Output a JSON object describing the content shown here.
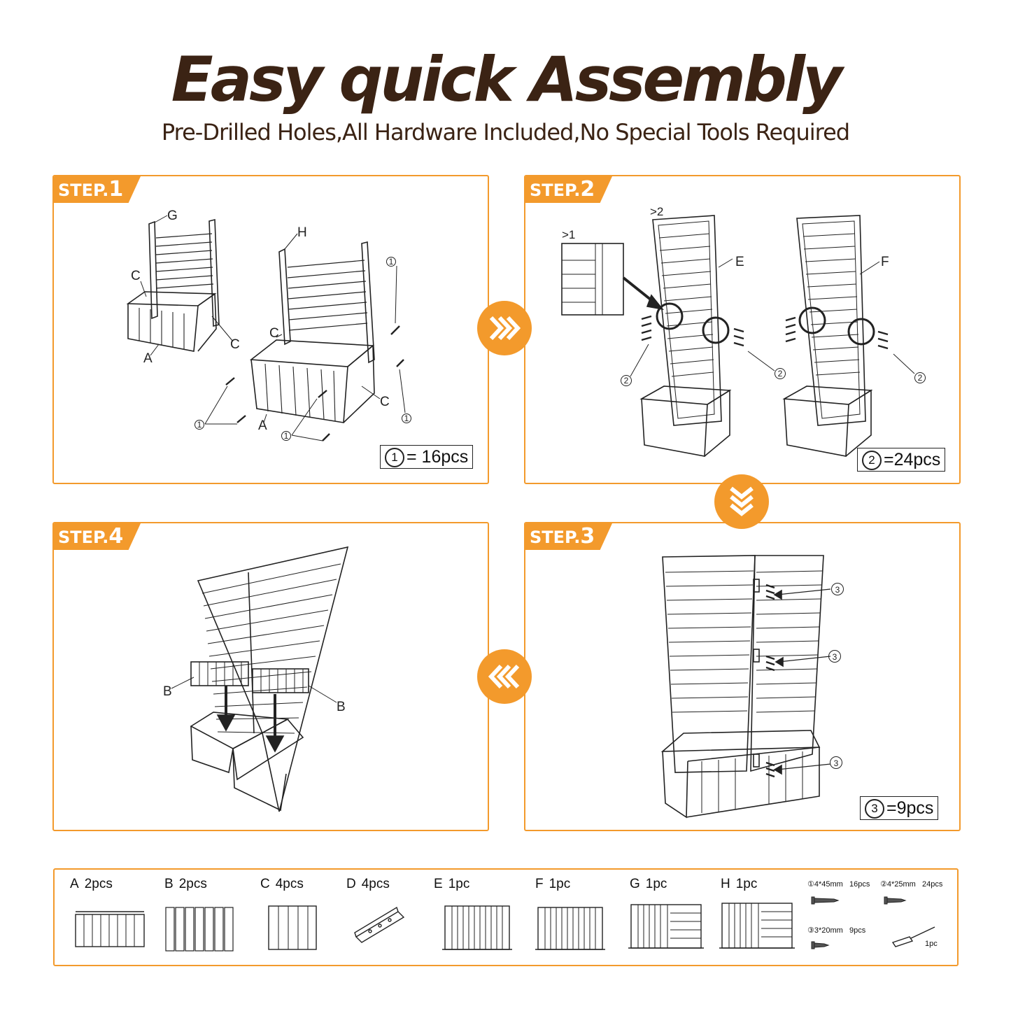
{
  "header": {
    "title": "Easy quick Assembly",
    "subtitle": "Pre-Drilled Holes,All Hardware Included,No Special Tools Required"
  },
  "steps": [
    {
      "prefix": "STEP.",
      "number": "1",
      "count_symbol": "①",
      "count_text": "= 16pcs",
      "labels": {
        "g": "G",
        "h": "H",
        "c1": "C",
        "c2": "C",
        "c3": "C",
        "c4": "C",
        "a1": "A",
        "a2": "A"
      },
      "callout": "1"
    },
    {
      "prefix": "STEP.",
      "number": "2",
      "count_symbol": "②",
      "count_text": "=24pcs",
      "labels": {
        "e": "E",
        "f": "F",
        "gt2": ">2",
        "gt1": ">1"
      },
      "callout": "2"
    },
    {
      "prefix": "STEP.",
      "number": "3",
      "count_symbol": "③",
      "count_text": "=9pcs",
      "callout": "3"
    },
    {
      "prefix": "STEP.",
      "number": "4",
      "labels": {
        "b1": "B",
        "b2": "B"
      }
    }
  ],
  "parts": [
    {
      "letter": "A",
      "qty": "2pcs"
    },
    {
      "letter": "B",
      "qty": "2pcs"
    },
    {
      "letter": "C",
      "qty": "4pcs"
    },
    {
      "letter": "D",
      "qty": "4pcs"
    },
    {
      "letter": "E",
      "qty": "1pc"
    },
    {
      "letter": "F",
      "qty": "1pc"
    },
    {
      "letter": "G",
      "qty": "1pc"
    },
    {
      "letter": "H",
      "qty": "1pc"
    }
  ],
  "hardware": [
    {
      "symbol": "①",
      "size": "4*45mm",
      "qty": "16pcs"
    },
    {
      "symbol": "②",
      "size": "4*25mm",
      "qty": "24pcs"
    },
    {
      "symbol": "③",
      "size": "3*20mm",
      "qty": "9pcs"
    }
  ],
  "tool": {
    "qty": "1pc",
    "icon": "screwdriver-icon"
  },
  "colors": {
    "accent": "#f39a2c",
    "title": "#3b2314"
  }
}
